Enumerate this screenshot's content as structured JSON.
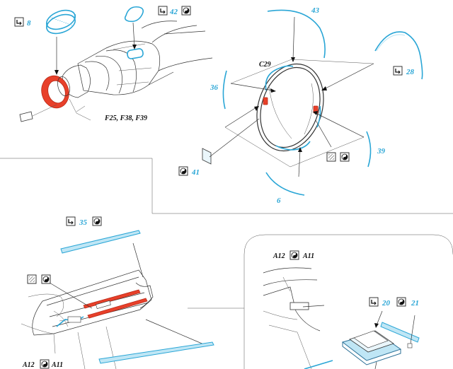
{
  "colors": {
    "photo_etch": "#2aa6d6",
    "highlight": "#e8402a",
    "line": "#333333"
  },
  "icons": {
    "fold": "fold-icon",
    "yin_yang": "yin-yang-icon",
    "hatched": "hatched-material-icon",
    "flat": "flat-part-icon"
  },
  "labels": {
    "p8": "8",
    "p42": "42",
    "p43": "43",
    "p28": "28",
    "p36": "36",
    "p39": "39",
    "p41": "41",
    "p6": "6",
    "c29": "C29",
    "f_parts": "F25, F38, F39",
    "p35": "35",
    "a12_top": "A12",
    "a11_top": "A11",
    "p20": "20",
    "p21": "21",
    "a12_bottom": "A12",
    "a11_bottom": "A11"
  }
}
